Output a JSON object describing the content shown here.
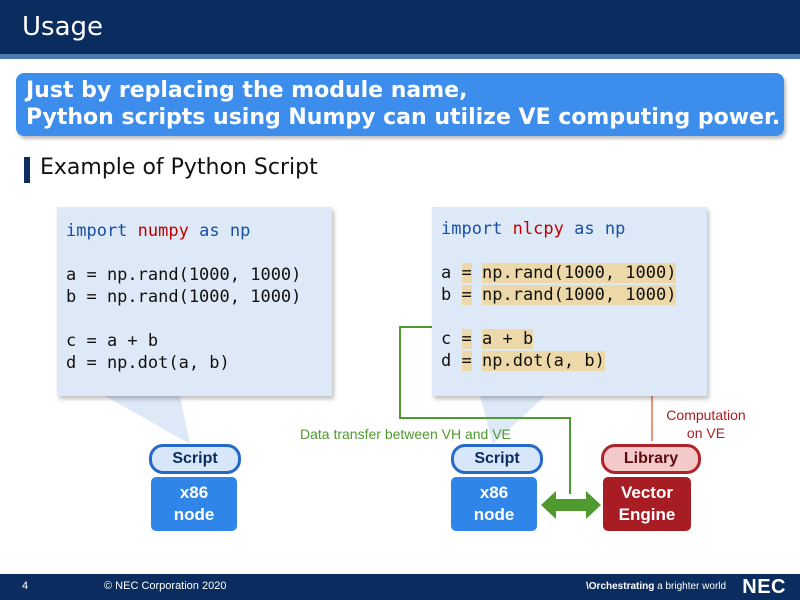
{
  "header": {
    "title": "Usage"
  },
  "banner": {
    "line1": "Just by replacing the module name,",
    "line2": "Python scripts using Numpy can utilize VE computing power."
  },
  "section": {
    "title": "Example of Python Script"
  },
  "left_code": {
    "l1_kw1": "import",
    "l1_mod": "numpy",
    "l1_kw2": "as",
    "l1_alias": "np",
    "l3": "a = np.rand(1000, 1000)",
    "l4": "b = np.rand(1000, 1000)",
    "l6": "c = a + b",
    "l7": "d = np.dot(a, b)"
  },
  "right_code": {
    "l1_kw1": "import",
    "l1_mod": "nlcpy",
    "l1_kw2": "as",
    "l1_alias": "np",
    "a_var": "a",
    "b_var": "b",
    "c_var": "c",
    "d_var": "d",
    "eq": "=",
    "a_rhs": "np.rand(1000, 1000)",
    "b_rhs": "np.rand(1000, 1000)",
    "c_rhs": "a + b",
    "d_rhs": "np.dot(a, b)"
  },
  "labels": {
    "script_left": "Script",
    "script_right": "Script",
    "library": "Library",
    "x86_left_1": "x86",
    "x86_left_2": "node",
    "x86_right_1": "x86",
    "x86_right_2": "node",
    "ve_1": "Vector",
    "ve_2": "Engine",
    "data_transfer": "Data transfer between VH and VE",
    "computation_1": "Computation",
    "computation_2": "on VE"
  },
  "colors": {
    "header": "#0b2c5e",
    "accent_blue": "#3d8ded",
    "node_blue": "#2f86e8",
    "vector_engine": "#a81d24",
    "green_arrow": "#4e9a2e",
    "salmon_line": "#f0907a",
    "highlight": "#ecd8a8"
  },
  "footer": {
    "page": "4",
    "copyright": "© NEC Corporation 2020",
    "tagline_a": "\\Orchestrating",
    "tagline_b": " a brighter world",
    "logo": "NEC"
  }
}
